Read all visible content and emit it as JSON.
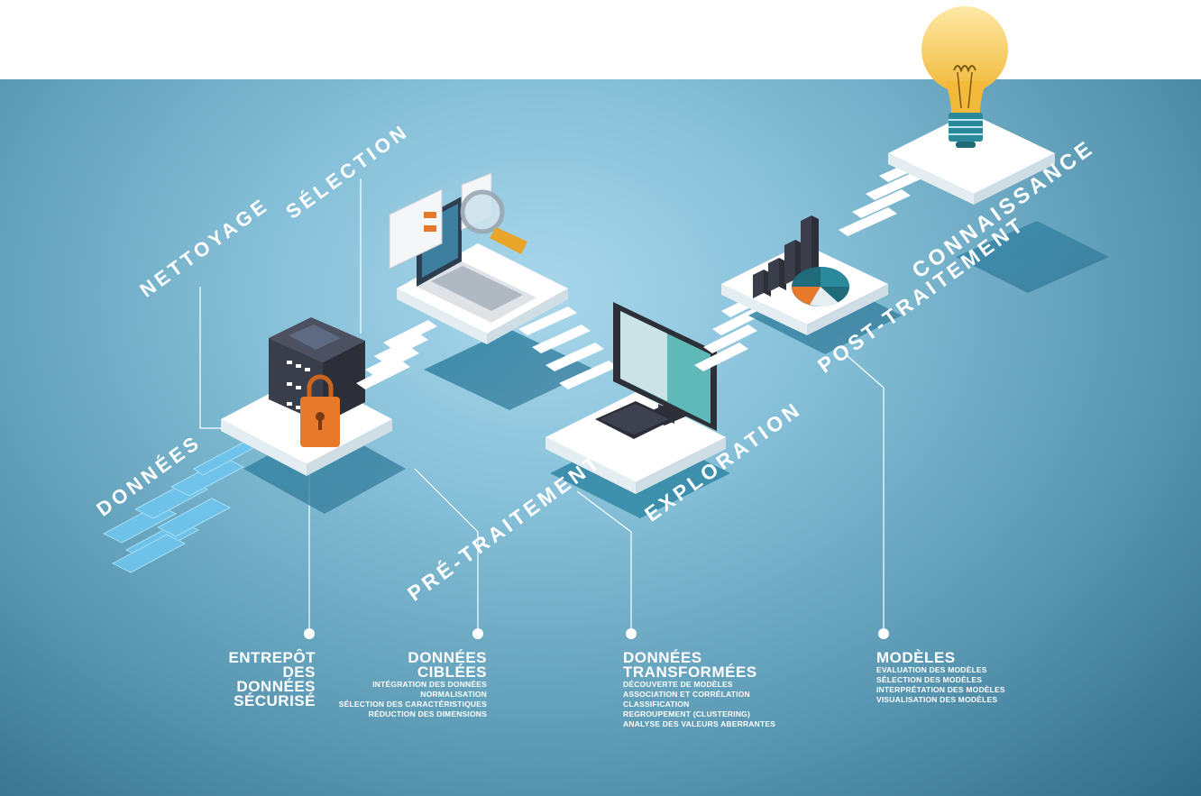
{
  "stages": {
    "donnees": "DONNÉES",
    "nettoyage": "NETTOYAGE",
    "selection": "SÉLECTION",
    "pretraitement": "PRÉ-TRAITEMENT",
    "exploration": "EXPLORATION",
    "posttraitement": "POST-TRAITEMENT",
    "connaissance": "CONNAISSANCE"
  },
  "descriptions": {
    "entrepot": {
      "lines": [
        "ENTREPÔT",
        "DES DONNÉES",
        "SÉCURISÉ"
      ]
    },
    "ciblees": {
      "lines": [
        "DONNÉES",
        "CIBLÉES"
      ],
      "items": [
        "INTÉGRATION DES DONNÉES",
        "NORMALISATION",
        "SÉLECTION DES CARACTÉRISTIQUES",
        "RÉDUCTION DES DIMENSIONS"
      ]
    },
    "transformees": {
      "lines": [
        "DONNÉES",
        "TRANSFORMÉES"
      ],
      "items": [
        "DÉCOUVERTE DE MODÈLES",
        "ASSOCIATION ET CORRÉLATION",
        "CLASSIFICATION",
        "REGROUPEMENT (CLUSTERING)",
        "ANALYSE DES VALEURS ABERRANTES"
      ]
    },
    "modeles": {
      "title": "MODÈLES",
      "items": [
        "EVALUATION DES MODÈLES",
        "SÉLECTION DES MODÈLES",
        "INTERPRÉTATION DES MODÈLES",
        "VISUALISATION DES MODÈLES"
      ]
    }
  },
  "colors": {
    "background_top": "#a9d7ec",
    "background_bottom": "#2f6a86",
    "platform": "#ffffff",
    "platform_shadow": "#4a9ab8",
    "lock": "#e8792a",
    "server": "#3a3d4a",
    "chart_teal": "#1f6b7a",
    "chart_orange": "#e8792a",
    "bulb": "#f7c948"
  },
  "icons": [
    "data-blocks-icon",
    "secure-server-icon",
    "laptop-search-icon",
    "desktop-computer-icon",
    "bar-pie-chart-icon",
    "light-bulb-icon"
  ]
}
